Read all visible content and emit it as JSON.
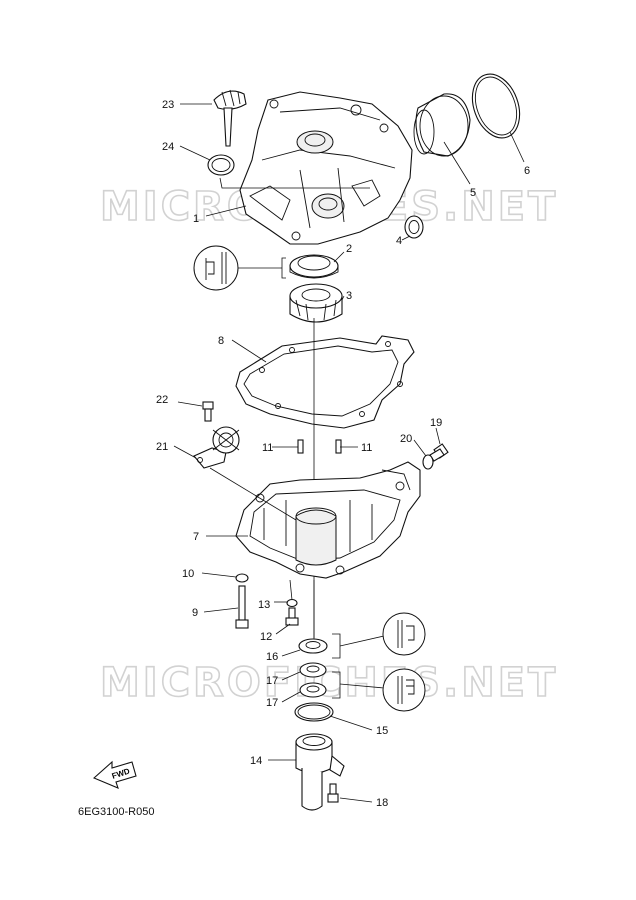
{
  "watermark": "MICROFICHES.NET",
  "drawing_code": "6EG3100-R050",
  "fwd_label": "FWD",
  "callouts": {
    "c1": "1",
    "c2": "2",
    "c3": "3",
    "c4": "4",
    "c5": "5",
    "c6": "6",
    "c7": "7",
    "c8": "8",
    "c9": "9",
    "c10": "10",
    "c11a": "11",
    "c11b": "11",
    "c12": "12",
    "c13": "13",
    "c14": "14",
    "c15": "15",
    "c16": "16",
    "c17a": "17",
    "c17b": "17",
    "c18": "18",
    "c19": "19",
    "c20": "20",
    "c21": "21",
    "c22": "22",
    "c23": "23",
    "c24": "24"
  }
}
